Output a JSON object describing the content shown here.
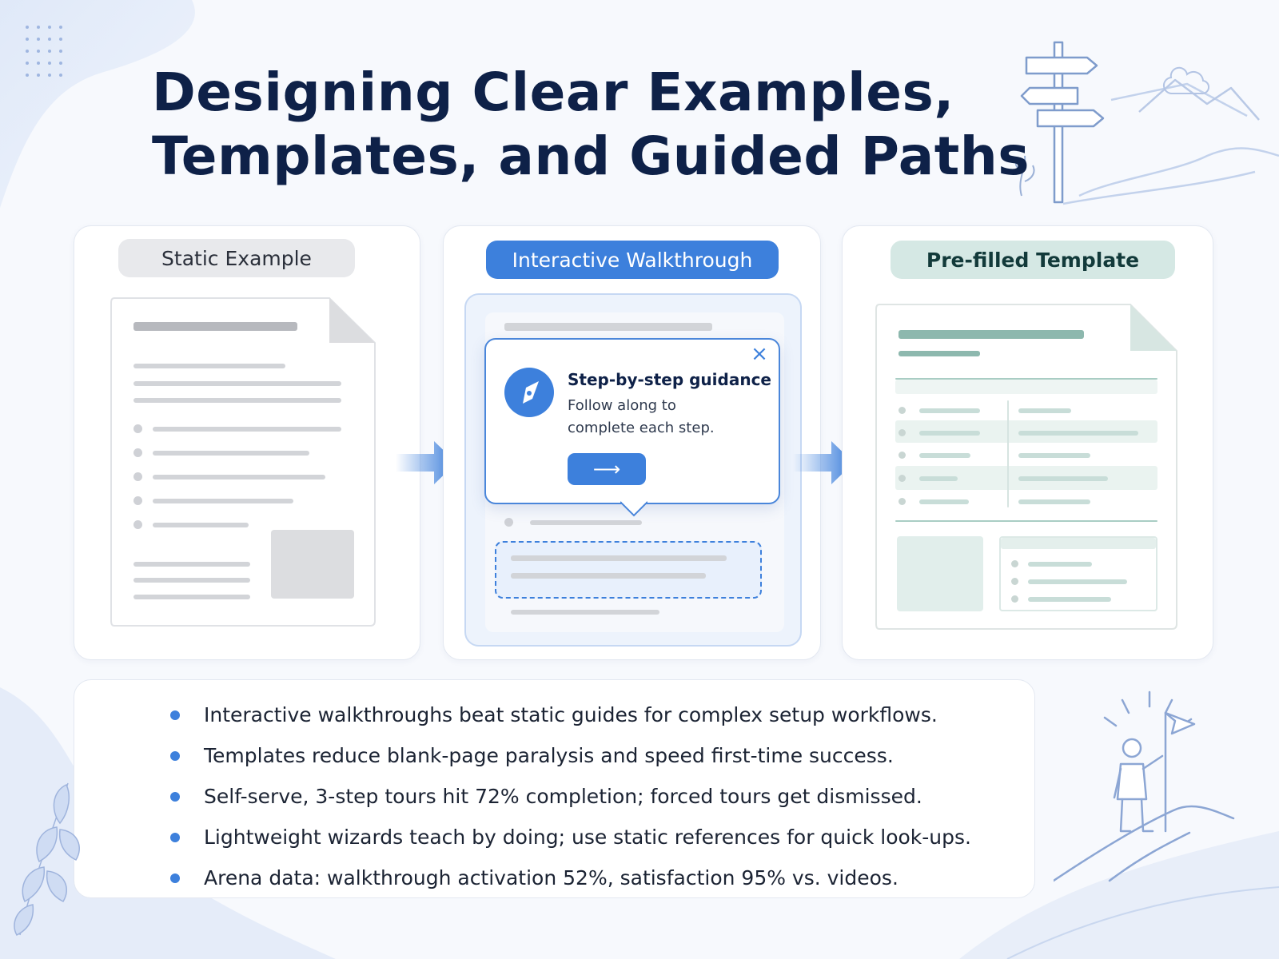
{
  "title": {
    "line1": "Designing Clear Examples,",
    "line2": "Templates, and Guided Paths"
  },
  "panels": [
    {
      "label": "Static Example",
      "icon": "document-icon"
    },
    {
      "label": "Interactive Walkthrough",
      "icon": "walkthrough-icon"
    },
    {
      "label": "Pre-filled Template",
      "icon": "template-icon"
    }
  ],
  "tooltip": {
    "heading": "Step-by-step guidance",
    "body_line1": "Follow along to",
    "body_line2": "complete each step.",
    "close_glyph": "×",
    "next_glyph": "⟶",
    "icon": "compass-icon"
  },
  "bullets": [
    "Interactive walkthroughs beat static guides for complex setup workflows.",
    "Templates reduce blank-page paralysis and speed first-time success.",
    "Self-serve, 3-step tours hit 72% completion; forced tours get dismissed.",
    "Lightweight wizards teach by doing; use static references for quick look-ups.",
    "Arena data: walkthrough activation 52%, satisfaction 95% vs. videos."
  ],
  "colors": {
    "title": "#0e2148",
    "accent_blue": "#3d80dc",
    "teal": "#8db8ae",
    "gray_pill": "#e8e9ec"
  }
}
